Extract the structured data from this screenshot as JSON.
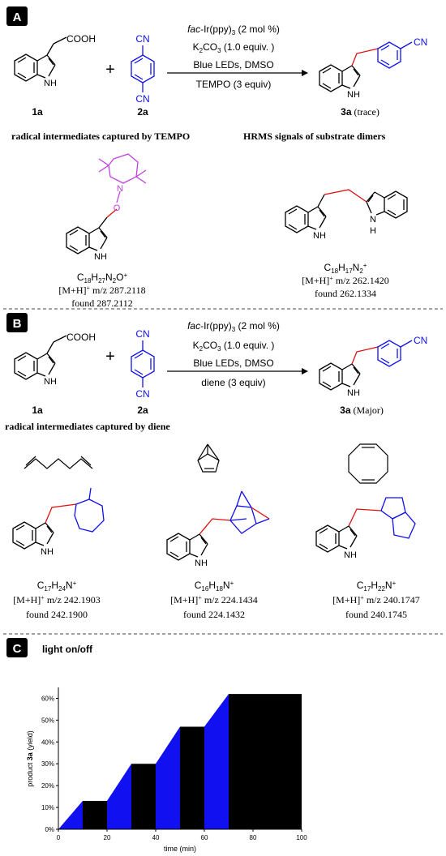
{
  "panel_a": {
    "badge": "A",
    "reactant1_group": "COOH",
    "reactant1_nh": "NH",
    "reactant1_label": "1a",
    "plus": "+",
    "reactant2_cn_top": "CN",
    "reactant2_cn_bottom": "CN",
    "reactant2_label": "2a",
    "conditions": {
      "line1_italic": "fac",
      "line1_rest": "-Ir(ppy)",
      "line1_sub": "3",
      "line1_tail": " (2 mol %)",
      "line2_main": "K",
      "line2_sub": "2",
      "line2_rest": "CO",
      "line2_sub2": "3",
      "line2_tail": " (1.0 equiv. )",
      "line3": "Blue LEDs, DMSO",
      "line4": "TEMPO (3 equiv)"
    },
    "product_cn": "CN",
    "product_nh": "NH",
    "product_label_bold": "3a",
    "product_label_rest": " (trace)",
    "caption_left": "radical intermediates captured by TEMPO",
    "caption_right": "HRMS signals of substrate dimers",
    "adduct1": {
      "n_atom": "N",
      "o_atom": "O",
      "nh": "NH",
      "formula": "C18H27N2O+",
      "f_c": "C",
      "f_c_n": "18",
      "f_h": "H",
      "f_h_n": "27",
      "f_n": "N",
      "f_n_n": "2",
      "f_o": "O",
      "f_charge": "+",
      "mz_prefix": "[M+H]",
      "mz_sup": "+",
      "mz_text": " m/z 287.2118",
      "found": "found 287.2112"
    },
    "adduct2": {
      "nh_left": "NH",
      "nh_right": "H",
      "nh_right_n": "N",
      "f_c": "C",
      "f_c_n": "18",
      "f_h": "H",
      "f_h_n": "17",
      "f_n": "N",
      "f_n_n": "2",
      "f_charge": "+",
      "mz_prefix": "[M+H]",
      "mz_sup": "+",
      "mz_text": " m/z 262.1420",
      "found": "found 262.1334"
    }
  },
  "panel_b": {
    "badge": "B",
    "reactant1_group": "COOH",
    "reactant1_nh": "NH",
    "reactant1_label": "1a",
    "plus": "+",
    "reactant2_cn_top": "CN",
    "reactant2_cn_bottom": "CN",
    "reactant2_label": "2a",
    "conditions": {
      "line1_italic": "fac",
      "line1_rest": "-Ir(ppy)",
      "line1_sub": "3",
      "line1_tail": " (2 mol %)",
      "line2_main": "K",
      "line2_sub": "2",
      "line2_rest": "CO",
      "line2_sub2": "3",
      "line2_tail": " (1.0 equiv. )",
      "line3": "Blue LEDs, DMSO",
      "line4": "diene (3 equiv)"
    },
    "product_cn": "CN",
    "product_nh": "NH",
    "product_label_bold": "3a",
    "product_label_rest": " (Major)",
    "caption_left": "radical intermediates captured by diene",
    "adduct1": {
      "nh": "NH",
      "f_c": "C",
      "f_c_n": "17",
      "f_h": "H",
      "f_h_n": "24",
      "f_n": "N",
      "f_charge": "+",
      "mz_prefix": "[M+H]",
      "mz_sup": "+",
      "mz_text": " m/z 242.1903",
      "found": "found 242.1900"
    },
    "adduct2": {
      "nh": "NH",
      "f_c": "C",
      "f_c_n": "16",
      "f_h": "H",
      "f_h_n": "18",
      "f_n": "N",
      "f_charge": "+",
      "mz_prefix": "[M+H]",
      "mz_sup": "+",
      "mz_text": " m/z 224.1434",
      "found": "found 224.1432"
    },
    "adduct3": {
      "nh": "NH",
      "f_c": "C",
      "f_c_n": "17",
      "f_h": "H",
      "f_h_n": "22",
      "f_n": "N",
      "f_charge": "+",
      "mz_prefix": "[M+H]",
      "mz_sup": "+",
      "mz_text": " m/z 240.1747",
      "found": "found 240.1745"
    }
  },
  "panel_c": {
    "badge": "C",
    "title": "light on/off"
  },
  "colors": {
    "blue": "#1010f0",
    "red": "#e01010",
    "magenta": "#c040e0",
    "black": "#000000"
  },
  "chart_data": {
    "type": "area",
    "xlabel": "time (min)",
    "ylabel_prefix": "product ",
    "ylabel_bold": "3a",
    "ylabel_suffix": " (yield)",
    "xlim": [
      0,
      100
    ],
    "ylim": [
      0,
      65
    ],
    "x_ticks": [
      "0",
      "20",
      "40",
      "60",
      "80",
      "100"
    ],
    "x_tick_values": [
      0,
      20,
      40,
      60,
      80,
      100
    ],
    "y_ticks": [
      "0%",
      "10%",
      "20%",
      "30%",
      "40%",
      "50%",
      "60%"
    ],
    "y_tick_values": [
      0,
      10,
      20,
      30,
      40,
      50,
      60
    ],
    "series": [
      {
        "segments": [
          {
            "state": "on",
            "x0": 0,
            "x1": 10,
            "y0": 0,
            "y1": 13
          },
          {
            "state": "off",
            "x0": 10,
            "x1": 20,
            "y0": 13,
            "y1": 13
          },
          {
            "state": "on",
            "x0": 20,
            "x1": 30,
            "y0": 13,
            "y1": 30
          },
          {
            "state": "off",
            "x0": 30,
            "x1": 40,
            "y0": 30,
            "y1": 30
          },
          {
            "state": "on",
            "x0": 40,
            "x1": 50,
            "y0": 30,
            "y1": 47
          },
          {
            "state": "off",
            "x0": 50,
            "x1": 60,
            "y0": 47,
            "y1": 47
          },
          {
            "state": "on",
            "x0": 60,
            "x1": 70,
            "y0": 47,
            "y1": 62
          },
          {
            "state": "off",
            "x0": 70,
            "x1": 100,
            "y0": 62,
            "y1": 62
          }
        ]
      }
    ],
    "on_color": "#1010f0",
    "off_color": "#000000",
    "grid": false
  }
}
